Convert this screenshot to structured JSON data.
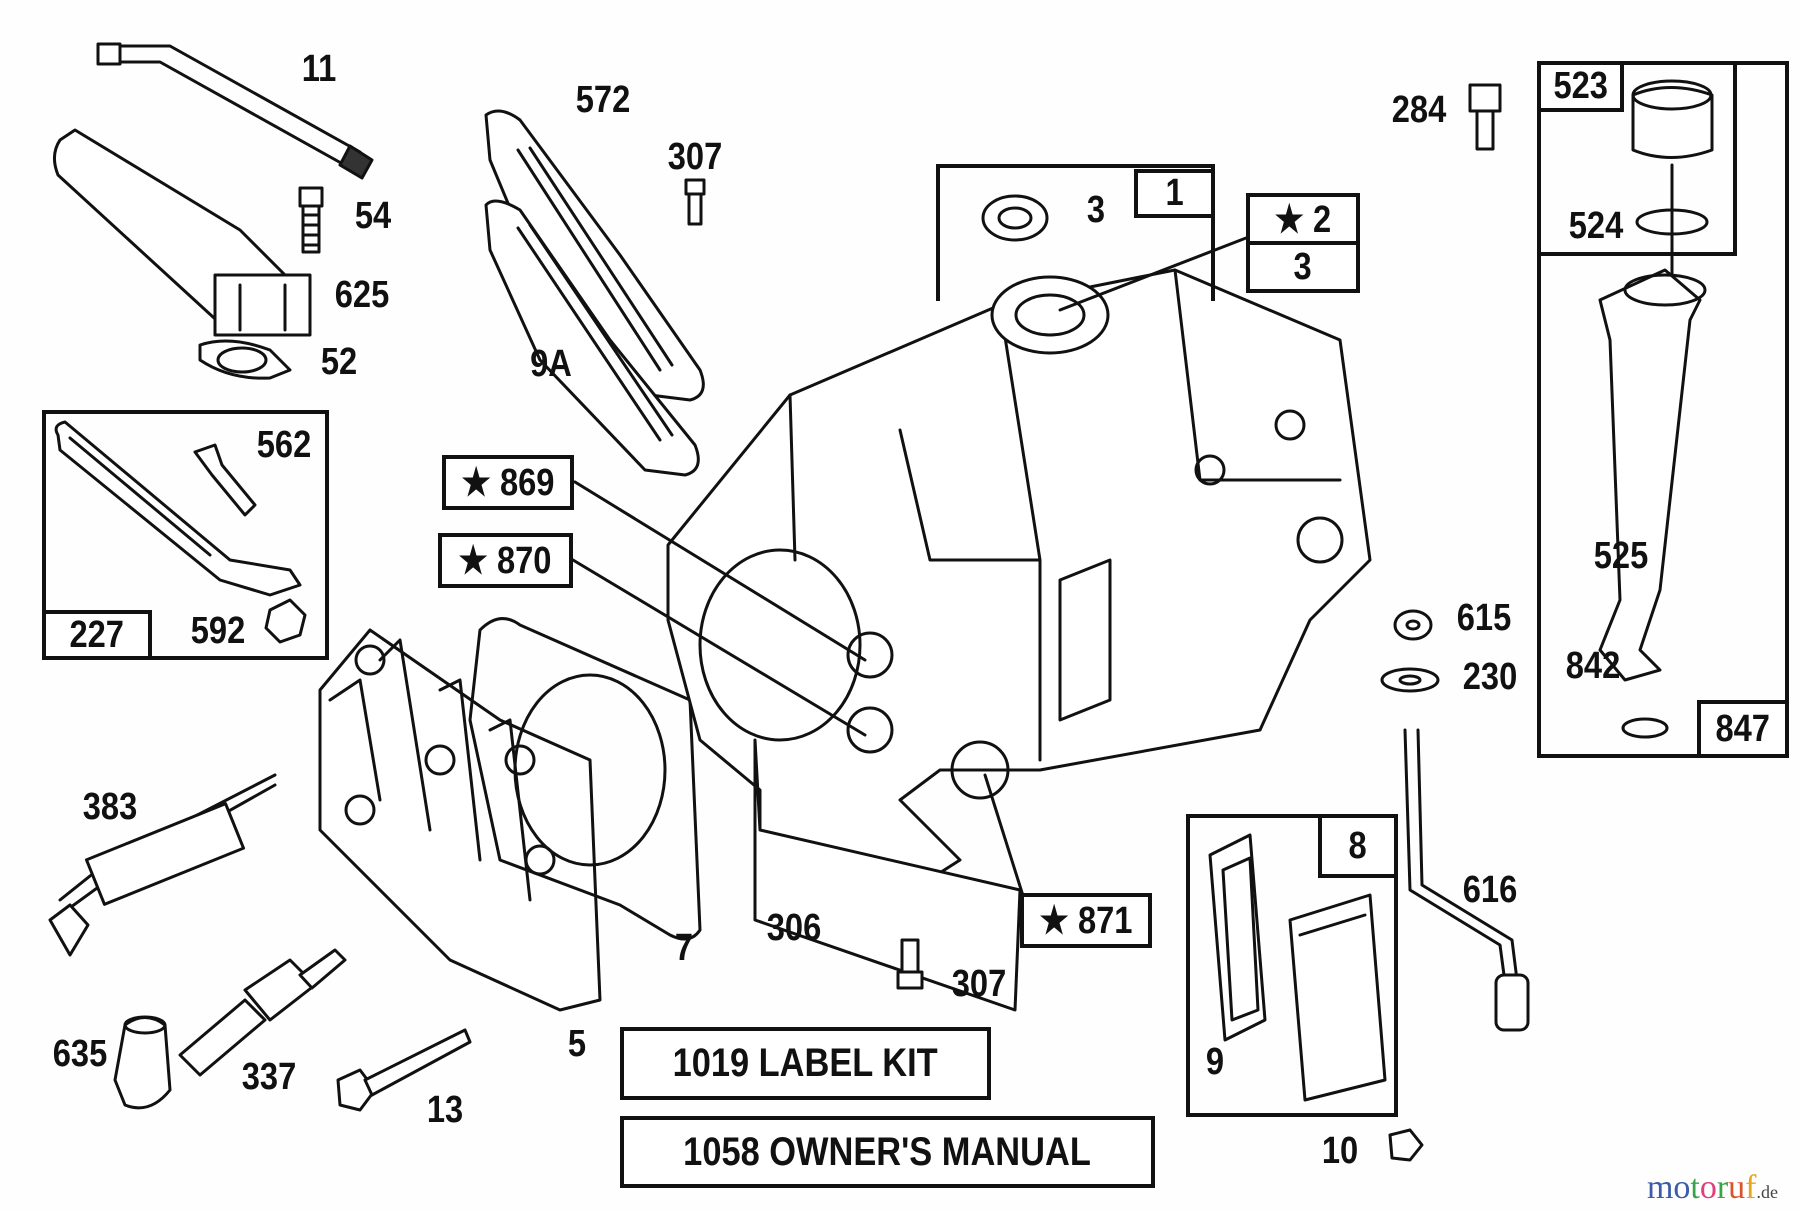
{
  "diagram": {
    "part_labels": {
      "p11": "11",
      "p54": "54",
      "p625": "625",
      "p52": "52",
      "p572": "572",
      "p307a": "307",
      "p9A": "9A",
      "p562": "562",
      "p592": "592",
      "p3a": "3",
      "p284": "284",
      "p524": "524",
      "p525": "525",
      "p842": "842",
      "p615": "615",
      "p230": "230",
      "p616": "616",
      "p9": "9",
      "p10": "10",
      "p307b": "307",
      "p306": "306",
      "p7": "7",
      "p5": "5",
      "p13": "13",
      "p337": "337",
      "p635": "635",
      "p383": "383"
    },
    "boxed_labels": {
      "b227": "227",
      "b869": "★ 869",
      "b870": "★ 870",
      "b1": "1",
      "b2": "★ 2",
      "b3": "3",
      "b523": "523",
      "b847": "847",
      "b8": "8",
      "b871": "★ 871"
    },
    "kits": {
      "label_kit": "1019 LABEL KIT",
      "owners_manual": "1058 OWNER'S MANUAL"
    },
    "watermark": {
      "text": "motoruf",
      "suffix": ".de",
      "colors": [
        "#3b5ca8",
        "#3b5ca8",
        "#3aa24a",
        "#e0407a",
        "#3aa24a",
        "#d9542b",
        "#e8a41c",
        "#e8c21c"
      ]
    }
  }
}
